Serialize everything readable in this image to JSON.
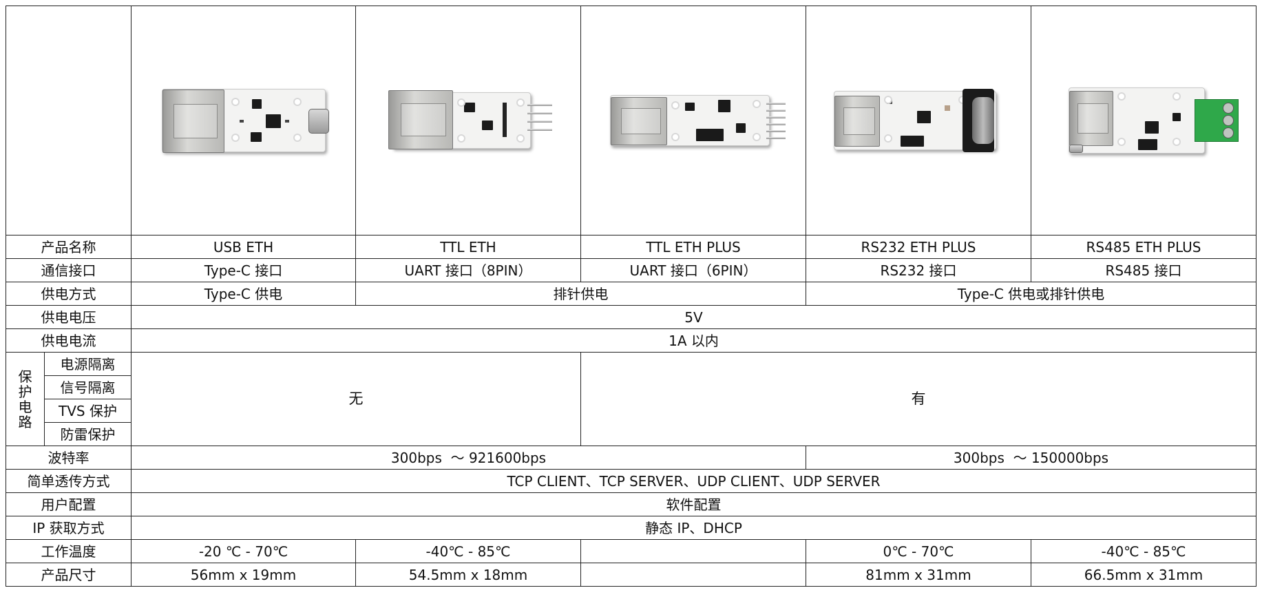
{
  "headers": {
    "name": "产品名称",
    "interface": "通信接口",
    "power_method": "供电方式",
    "voltage": "供电电压",
    "current": "供电电流",
    "protection_group": "保护电路",
    "power_isolation": "电源隔离",
    "signal_isolation": "信号隔离",
    "tvs": "TVS 保护",
    "lightning": "防雷保护",
    "baud": "波特率",
    "transparent": "简单透传方式",
    "user_config": "用户配置",
    "ip_method": "IP 获取方式",
    "temp": "工作温度",
    "size": "产品尺寸"
  },
  "products": [
    {
      "name": "USB ETH",
      "interface": "Type-C 接口",
      "temp": "-20 ℃ - 70℃",
      "size": "56mm x 19mm",
      "icon": "usb-eth-board"
    },
    {
      "name": "TTL ETH",
      "interface": "UART 接口（8PIN）",
      "temp": "-40℃ - 85℃",
      "size": "54.5mm x 18mm",
      "icon": "ttl-eth-board"
    },
    {
      "name": "TTL ETH PLUS",
      "interface": "UART 接口（6PIN）",
      "temp": "",
      "size": "",
      "icon": "ttl-eth-plus-board"
    },
    {
      "name": "RS232 ETH PLUS",
      "interface": "RS232 接口",
      "temp": "0℃ - 70℃",
      "size": "81mm x 31mm",
      "icon": "rs232-eth-plus-board"
    },
    {
      "name": "RS485 ETH PLUS",
      "interface": "RS485 接口",
      "temp": "-40℃ - 85℃",
      "size": "66.5mm x 31mm",
      "icon": "rs485-eth-plus-board"
    }
  ],
  "power_method": {
    "usb": "Type-C 供电",
    "ttl": "排针供电",
    "plus": "Type-C 供电或排针供电"
  },
  "voltage": "5V",
  "current": "1A 以内",
  "protection": {
    "without": "无",
    "with": "有"
  },
  "baud": {
    "ttl": "300bps  ～ 921600bps",
    "plus": "300bps  ～ 150000bps"
  },
  "transparent": "TCP CLIENT、TCP SERVER、UDP CLIENT、UDP SERVER",
  "user_config": "软件配置",
  "ip_method": "静态 IP、DHCP"
}
